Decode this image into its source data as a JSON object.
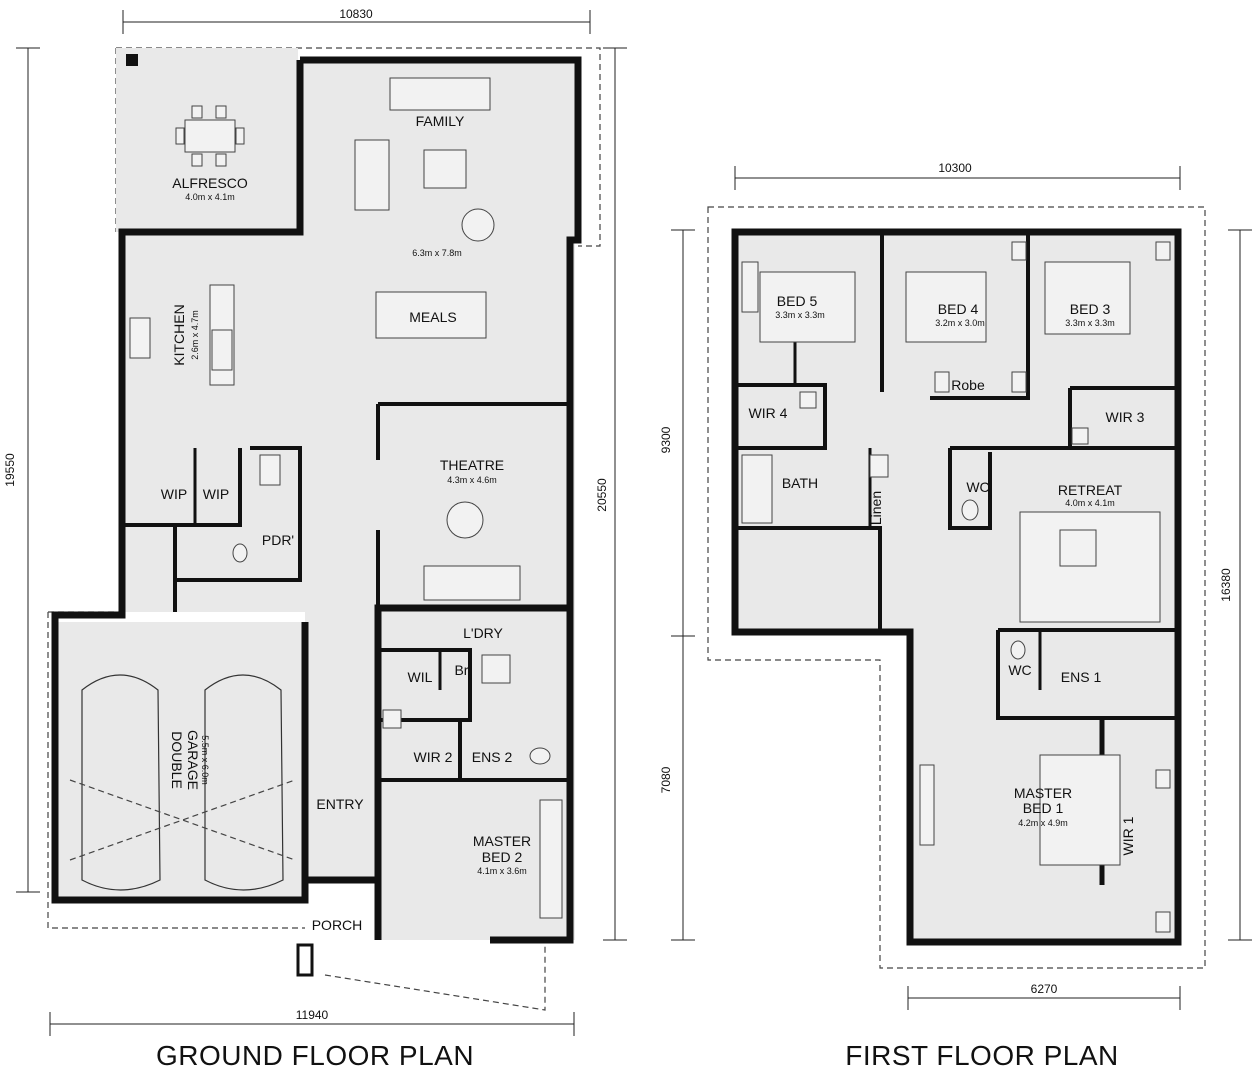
{
  "ground_floor": {
    "title": "GROUND FLOOR PLAN",
    "dims": {
      "top": "10830",
      "bottom": "11940",
      "left": "19550",
      "right": "20550"
    },
    "rooms": {
      "alfresco": {
        "name": "ALFRESCO",
        "size": "4.0m x 4.1m"
      },
      "family": {
        "name": "FAMILY",
        "size": "6.3m x 7.8m"
      },
      "meals": {
        "name": "MEALS"
      },
      "kitchen": {
        "name": "KITCHEN",
        "size": "2.6m x 4.7m"
      },
      "theatre": {
        "name": "THEATRE",
        "size": "4.3m x 4.6m"
      },
      "wip1": {
        "name": "WIP"
      },
      "wip2": {
        "name": "WIP"
      },
      "pdr": {
        "name": "PDR'"
      },
      "laundry": {
        "name": "L'DRY"
      },
      "wil": {
        "name": "WIL"
      },
      "br": {
        "name": "Br."
      },
      "wir2": {
        "name": "WIR 2"
      },
      "ens2": {
        "name": "ENS 2"
      },
      "garage": {
        "name_line1": "DOUBLE",
        "name_line2": "GARAGE",
        "size": "5.5m x 6.0m"
      },
      "entry": {
        "name": "ENTRY"
      },
      "master2": {
        "name_line1": "MASTER",
        "name_line2": "BED 2",
        "size": "4.1m x 3.6m"
      },
      "porch": {
        "name": "PORCH"
      }
    }
  },
  "first_floor": {
    "title": "FIRST FLOOR PLAN",
    "dims": {
      "top": "10300",
      "bottom": "6270",
      "left_upper": "9300",
      "left_lower": "7080",
      "right": "16380"
    },
    "rooms": {
      "bed5": {
        "name": "BED 5",
        "size": "3.3m x 3.3m"
      },
      "bed4": {
        "name": "BED 4",
        "size": "3.2m x 3.0m"
      },
      "bed3": {
        "name": "BED 3",
        "size": "3.3m x 3.3m"
      },
      "robe": {
        "name": "Robe"
      },
      "wir4": {
        "name": "WIR 4"
      },
      "wir3": {
        "name": "WIR 3"
      },
      "bath": {
        "name": "BATH"
      },
      "linen": {
        "name": "Linen"
      },
      "wc1": {
        "name": "WC"
      },
      "retreat": {
        "name": "RETREAT",
        "size": "4.0m x 4.1m"
      },
      "wc2": {
        "name": "WC"
      },
      "ens1": {
        "name": "ENS 1"
      },
      "master1": {
        "name_line1": "MASTER",
        "name_line2": "BED 1",
        "size": "4.2m x 4.9m"
      },
      "wir1": {
        "name": "WIR 1"
      }
    }
  }
}
